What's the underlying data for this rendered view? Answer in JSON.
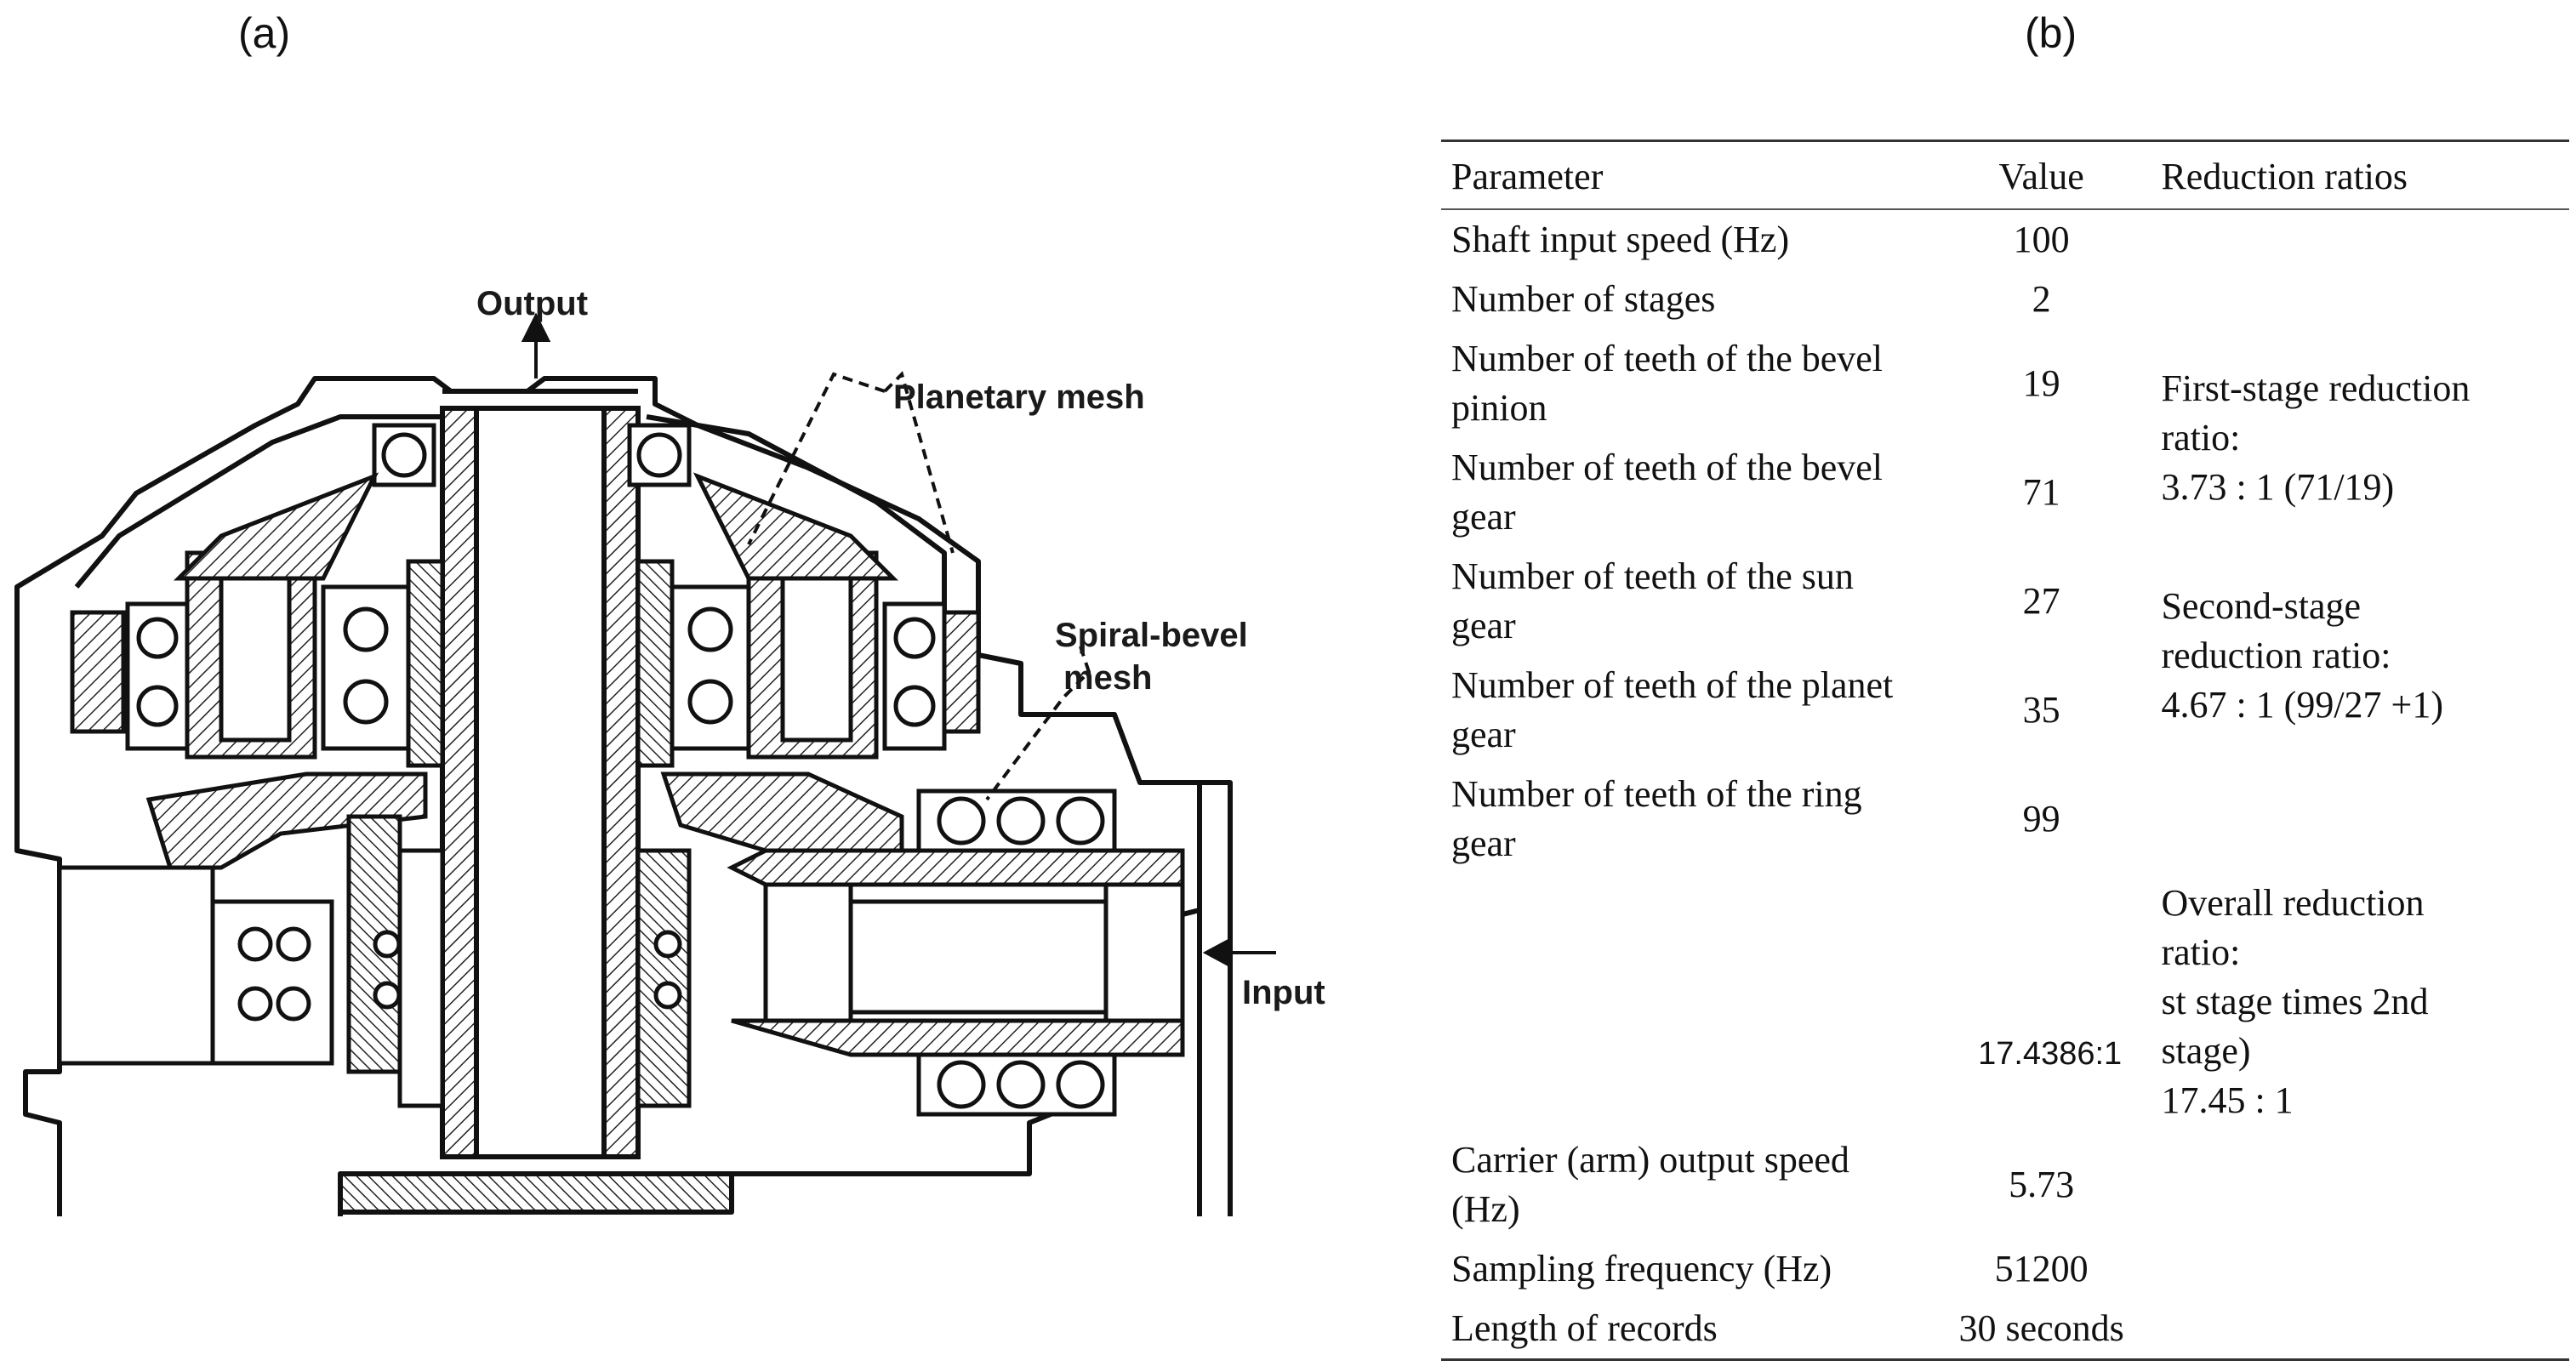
{
  "panels": {
    "a_label": "(a)",
    "b_label": "(b)"
  },
  "drawing": {
    "callouts": {
      "output": "Output",
      "planetary_mesh": "Planetary mesh",
      "spiral_bevel_mesh_line1": "Spiral-bevel",
      "spiral_bevel_mesh_line2": "mesh",
      "input": "Input"
    }
  },
  "table": {
    "headers": {
      "parameter": "Parameter",
      "value": "Value",
      "reduction": "Reduction ratios"
    },
    "rows": [
      {
        "parameter": "Shaft input speed (Hz)",
        "value": "100"
      },
      {
        "parameter": "Number of stages",
        "value": "2"
      },
      {
        "parameter": "Number of teeth of the bevel pinion",
        "value": "19"
      },
      {
        "parameter": "Number of teeth of the bevel gear",
        "value": "71"
      },
      {
        "parameter": "Number of teeth of the sun gear",
        "value": "27"
      },
      {
        "parameter": "Number of teeth of the planet gear",
        "value": "35"
      },
      {
        "parameter": "Number of teeth of the ring gear",
        "value": "99"
      },
      {
        "parameter": "",
        "value": "17.4386:1"
      },
      {
        "parameter": "Carrier (arm) output speed (Hz)",
        "value": "5.73"
      },
      {
        "parameter": "Sampling frequency (Hz)",
        "value": "51200"
      },
      {
        "parameter": "Length of records",
        "value": "30 seconds"
      }
    ],
    "reductions": {
      "first": [
        "First-stage reduction",
        "ratio:",
        "3.73 : 1 (71/19)"
      ],
      "second": [
        "Second-stage",
        "reduction ratio:",
        "4.67 : 1 (99/27 +1)"
      ],
      "overall": [
        "Overall reduction",
        "ratio:",
        "st stage times 2nd",
        "stage)",
        "17.45 : 1"
      ]
    }
  }
}
